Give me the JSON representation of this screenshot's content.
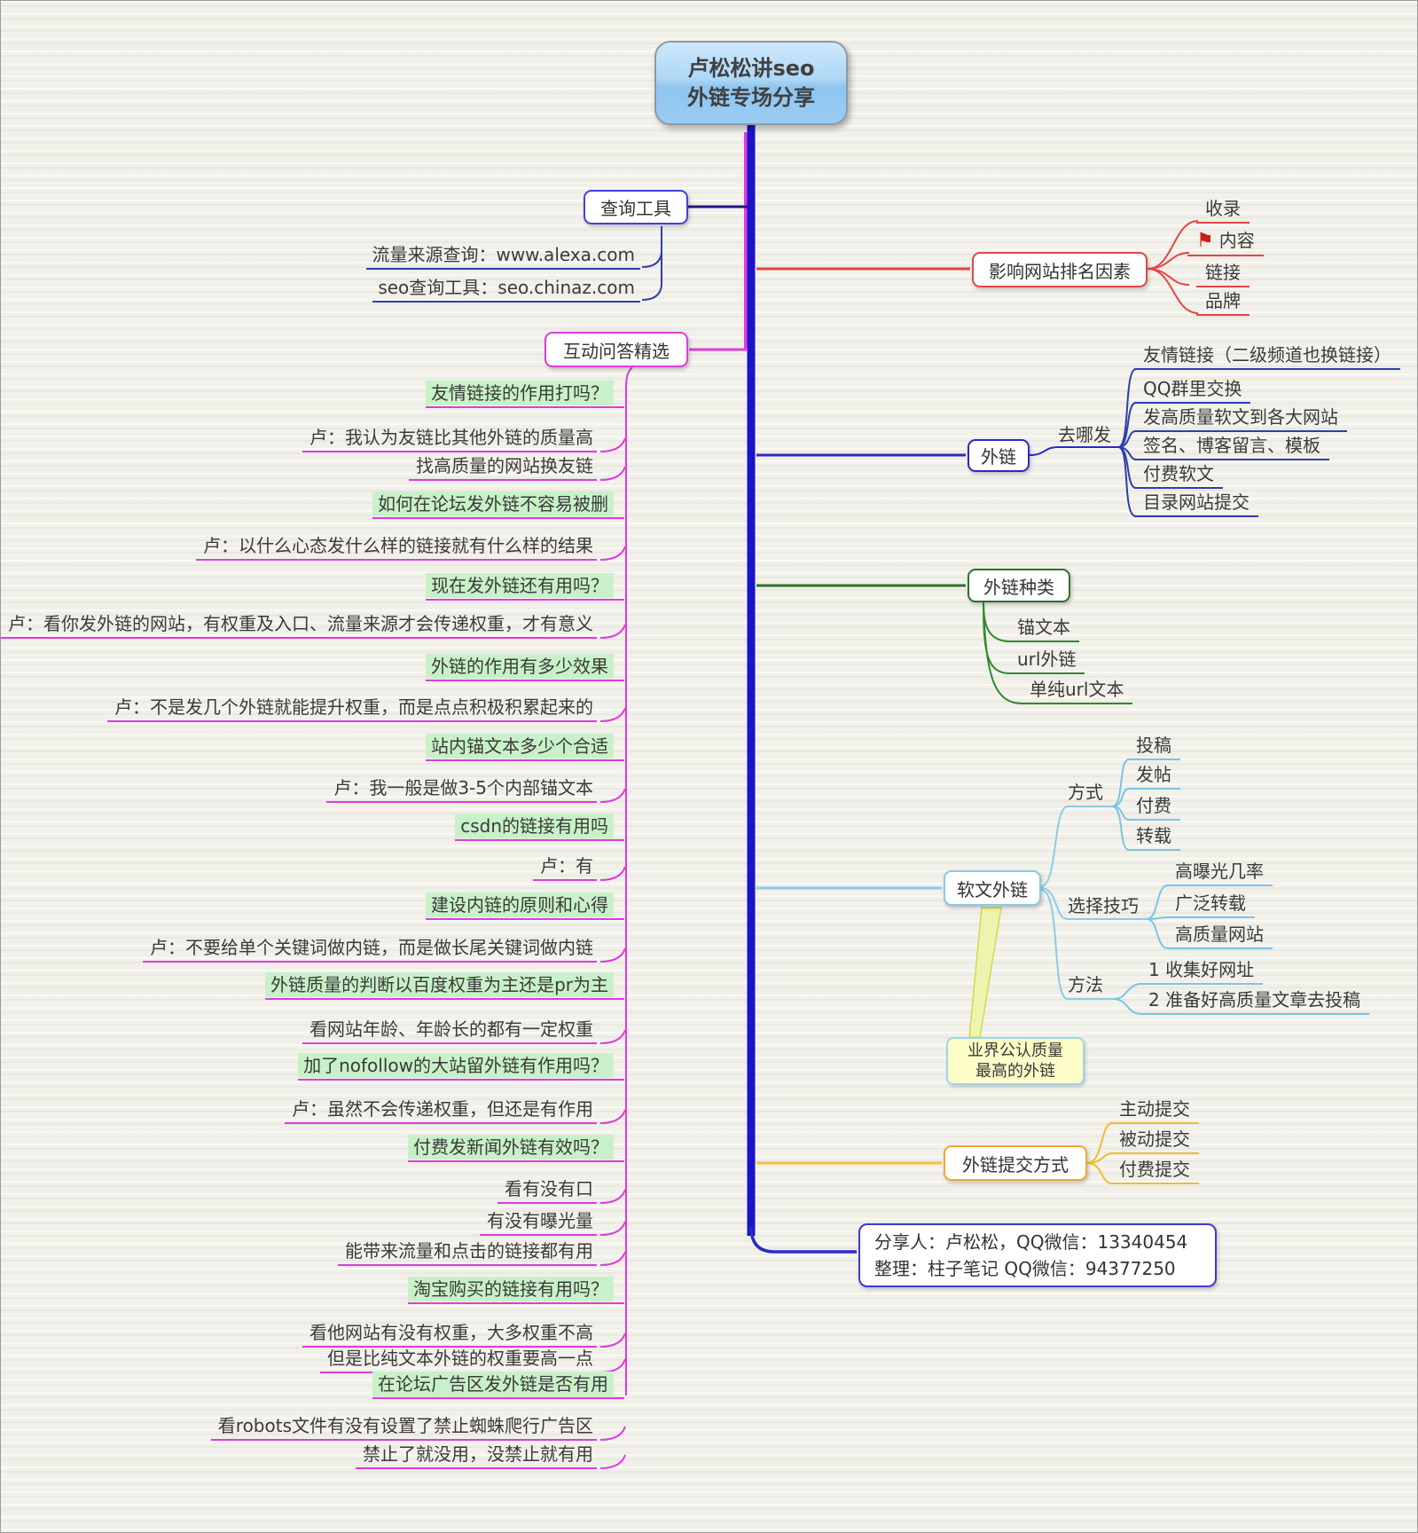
{
  "title": {
    "line1": "卢松松讲seo",
    "line2": "外链专场分享"
  },
  "query_tools": {
    "label": "查询工具",
    "items": [
      "流量来源查询：www.alexa.com",
      "seo查询工具：seo.chinaz.com"
    ]
  },
  "qa": {
    "label": "互动问答精选",
    "items": [
      {
        "type": "question",
        "text": "友情链接的作用打吗？"
      },
      {
        "type": "answer",
        "text": "卢：我认为友链比其他外链的质量高"
      },
      {
        "type": "answer",
        "text": "找高质量的网站换友链"
      },
      {
        "type": "question",
        "text": "如何在论坛发外链不容易被删"
      },
      {
        "type": "answer",
        "text": "卢：以什么心态发什么样的链接就有什么样的结果"
      },
      {
        "type": "question",
        "text": "现在发外链还有用吗？"
      },
      {
        "type": "answer",
        "text": "卢：看你发外链的网站，有权重及入口、流量来源才会传递权重，才有意义"
      },
      {
        "type": "question",
        "text": "外链的作用有多少效果"
      },
      {
        "type": "answer",
        "text": "卢：不是发几个外链就能提升权重，而是点点积极积累起来的"
      },
      {
        "type": "question",
        "text": "站内锚文本多少个合适"
      },
      {
        "type": "answer",
        "text": "卢：我一般是做3-5个内部锚文本"
      },
      {
        "type": "question",
        "text": "csdn的链接有用吗"
      },
      {
        "type": "answer",
        "text": "卢：有"
      },
      {
        "type": "question",
        "text": "建设内链的原则和心得"
      },
      {
        "type": "answer",
        "text": "卢：不要给单个关键词做内链，而是做长尾关键词做内链"
      },
      {
        "type": "question",
        "text": "外链质量的判断以百度权重为主还是pr为主"
      },
      {
        "type": "answer",
        "text": "看网站年龄、年龄长的都有一定权重"
      },
      {
        "type": "question",
        "text": "加了nofollow的大站留外链有作用吗？"
      },
      {
        "type": "answer",
        "text": "卢：虽然不会传递权重，但还是有作用"
      },
      {
        "type": "question",
        "text": "付费发新闻外链有效吗？"
      },
      {
        "type": "answer",
        "text": "看有没有口"
      },
      {
        "type": "answer",
        "text": "有没有曝光量"
      },
      {
        "type": "answer",
        "text": "能带来流量和点击的链接都有用"
      },
      {
        "type": "question",
        "text": "淘宝购买的链接有用吗？"
      },
      {
        "type": "answer",
        "text": "看他网站有没有权重，大多权重不高"
      },
      {
        "type": "answer",
        "text": "但是比纯文本外链的权重要高一点"
      },
      {
        "type": "question",
        "text": "在论坛广告区发外链是否有用"
      },
      {
        "type": "answer",
        "text": "看robots文件有没有设置了禁止蜘蛛爬行广告区"
      },
      {
        "type": "answer",
        "text": "禁止了就没用，没禁止就有用"
      }
    ]
  },
  "ranking": {
    "label": "影响网站排名因素",
    "items": [
      {
        "text": "收录"
      },
      {
        "text": "内容",
        "icon": "red-flag-icon"
      },
      {
        "text": "链接"
      },
      {
        "text": "品牌"
      }
    ]
  },
  "outlink": {
    "label": "外链",
    "branch_label": "去哪发",
    "items": [
      "友情链接（二级频道也换链接）",
      "QQ群里交换",
      "发高质量软文到各大网站",
      "签名、博客留言、模板",
      "付费软文",
      "目录网站提交"
    ]
  },
  "types": {
    "label": "外链种类",
    "items": [
      "锚文本",
      "url外链",
      "单纯url文本"
    ]
  },
  "soft": {
    "label": "软文外链",
    "branches": [
      {
        "label": "方式",
        "items": [
          "投稿",
          "发帖",
          "付费",
          "转载"
        ]
      },
      {
        "label": "选择技巧",
        "items": [
          "高曝光几率",
          "广泛转载",
          "高质量网站"
        ]
      },
      {
        "label": "方法",
        "items": [
          "1 收集好网址",
          "2 准备好高质量文章去投稿"
        ]
      }
    ],
    "note": {
      "line1": "业界公认质量",
      "line2": "最高的外链"
    }
  },
  "submit": {
    "label": "外链提交方式",
    "items": [
      "主动提交",
      "被动提交",
      "付费提交"
    ]
  },
  "footer": {
    "line1": "分享人：卢松松，QQ微信：13340454",
    "line2": "整理：柱子笔记  QQ微信：94377250"
  },
  "colors": {
    "spine": "#1a13c9",
    "qa_branch": "#dd3cdd",
    "question_bg": "#c9f1c9",
    "ranking_branch": "#e04848",
    "outlink_branch": "#2b3faf",
    "types_branch": "#2e8b2e",
    "soft_branch": "#8ccbe8",
    "submit_branch": "#eebc30",
    "note_bg": "#fdfdc8",
    "central_bg": "#9bcdf3"
  }
}
